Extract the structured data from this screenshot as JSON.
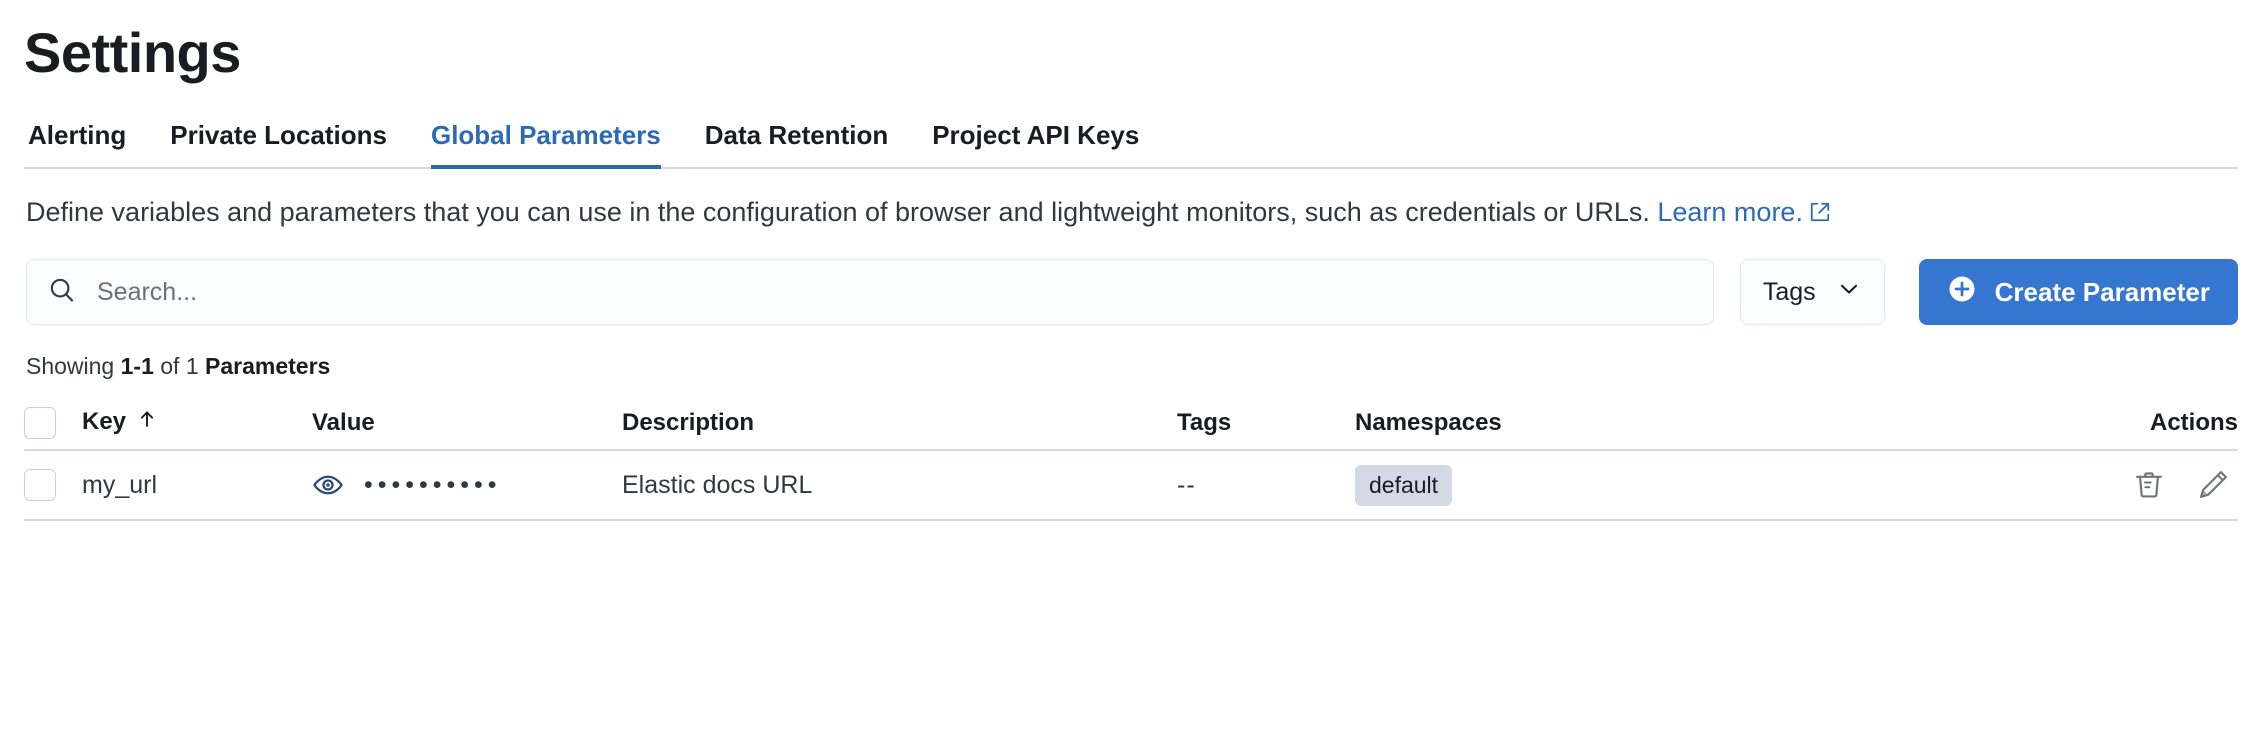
{
  "header": {
    "title": "Settings"
  },
  "tabs": [
    {
      "label": "Alerting",
      "active": false
    },
    {
      "label": "Private Locations",
      "active": false
    },
    {
      "label": "Global Parameters",
      "active": true
    },
    {
      "label": "Data Retention",
      "active": false
    },
    {
      "label": "Project API Keys",
      "active": false
    }
  ],
  "description": {
    "text": "Define variables and parameters that you can use in the configuration of browser and lightweight monitors, such as credentials or URLs. ",
    "link_text": "Learn more.",
    "link_icon": "external-link-icon"
  },
  "controls": {
    "search_placeholder": "Search...",
    "search_value": "",
    "search_icon": "search-icon",
    "tags_label": "Tags",
    "tags_icon": "chevron-down-icon",
    "create_label": "Create Parameter",
    "create_icon": "plus-circle-icon"
  },
  "results": {
    "showing_prefix": "Showing ",
    "range": "1-1",
    "of": " of ",
    "total": "1",
    "noun": " Parameters"
  },
  "table": {
    "columns": [
      {
        "key": "select",
        "label": ""
      },
      {
        "key": "key",
        "label": "Key",
        "sort": "ascending",
        "sort_icon": "arrow-up-icon"
      },
      {
        "key": "value",
        "label": "Value"
      },
      {
        "key": "description",
        "label": "Description"
      },
      {
        "key": "tags",
        "label": "Tags"
      },
      {
        "key": "namespaces",
        "label": "Namespaces"
      },
      {
        "key": "actions",
        "label": "Actions"
      }
    ],
    "rows": [
      {
        "selected": false,
        "key": "my_url",
        "value_masked": "••••••••••",
        "value_toggle_icon": "eye-icon",
        "description": "Elastic docs URL",
        "tags": "--",
        "namespace_badge": "default",
        "actions": [
          "trash-icon",
          "pencil-icon"
        ]
      }
    ]
  },
  "colors": {
    "accent": "#3577D0",
    "tab_active": "#2C6AB8",
    "link": "#2C6AB8",
    "text": "#1A1C21",
    "subtle_text": "#69707D",
    "border": "#D3DAE6",
    "badge_bg": "#D3DAE6",
    "eye_icon": "#2C4B78",
    "action_icon": "#6F7279",
    "field_bg": "#FBFCFD"
  }
}
